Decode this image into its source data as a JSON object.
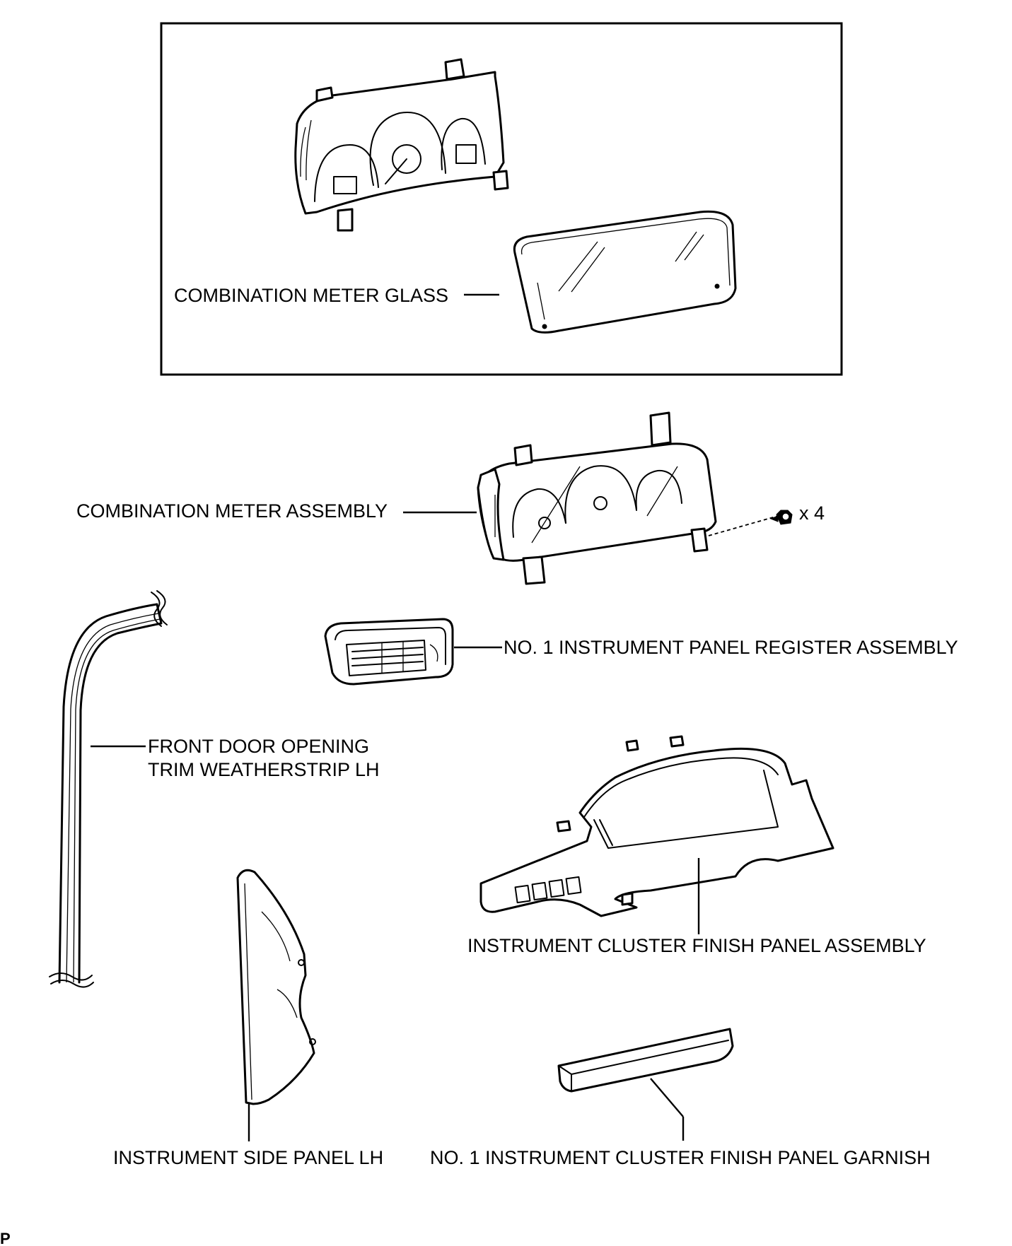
{
  "labels": {
    "combination_meter_glass": "COMBINATION METER GLASS",
    "combination_meter_assembly": "COMBINATION METER ASSEMBLY",
    "screw_quantity": "x 4",
    "register_assembly": "NO. 1 INSTRUMENT PANEL REGISTER ASSEMBLY",
    "weatherstrip_line1": "FRONT DOOR OPENING",
    "weatherstrip_line2": "TRIM WEATHERSTRIP LH",
    "finish_panel_assembly": "INSTRUMENT CLUSTER FINISH PANEL ASSEMBLY",
    "side_panel_lh": "INSTRUMENT SIDE PANEL LH",
    "finish_panel_garnish": "NO. 1 INSTRUMENT CLUSTER FINISH PANEL GARNISH"
  },
  "footer": {
    "mark": "P"
  },
  "icons": [
    "combination-meter-illustration",
    "meter-glass-illustration",
    "screw-icon",
    "register-illustration",
    "weatherstrip-illustration",
    "finish-panel-illustration",
    "side-panel-illustration",
    "garnish-illustration"
  ]
}
